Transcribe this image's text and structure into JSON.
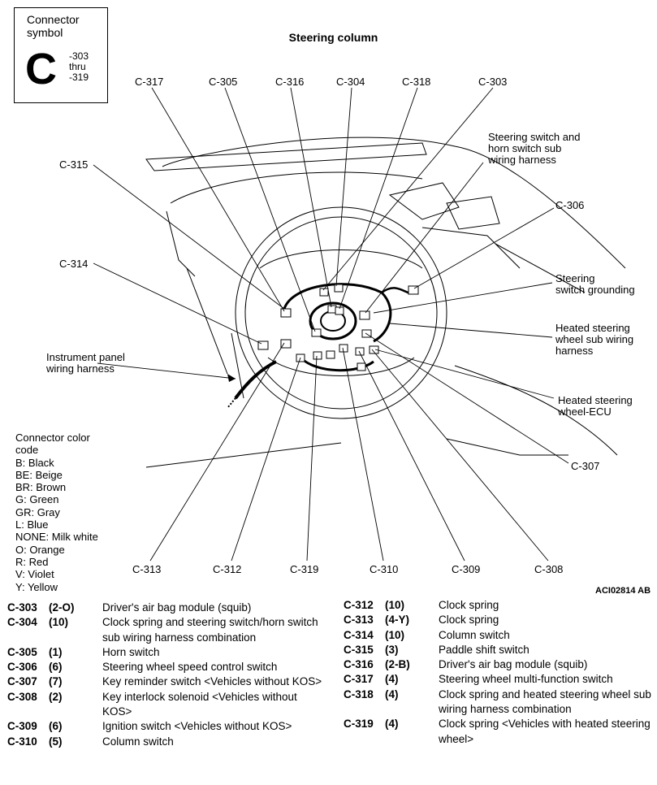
{
  "symbol": {
    "title_line1": "Connector",
    "title_line2": "symbol",
    "letter": "C",
    "range_from": "-303",
    "range_mid": "thru",
    "range_to": "-319"
  },
  "title": "Steering column",
  "labels": {
    "c317": "C-317",
    "c305": "C-305",
    "c316": "C-316",
    "c304": "C-304",
    "c318": "C-318",
    "c303": "C-303",
    "c315": "C-315",
    "c314": "C-314",
    "c306": "C-306",
    "c307": "C-307",
    "c313": "C-313",
    "c312": "C-312",
    "c319": "C-319",
    "c310": "C-310",
    "c309": "C-309",
    "c308": "C-308"
  },
  "annotations": {
    "steering_harness": [
      "Steering switch and",
      "horn switch sub",
      "wiring harness"
    ],
    "grounding": [
      "Steering",
      "switch grounding"
    ],
    "heated_harness": [
      "Heated steering",
      "wheel sub wiring",
      "harness"
    ],
    "heated_ecu": [
      "Heated steering",
      "wheel-ECU"
    ],
    "instrument_panel": [
      "Instrument panel",
      "wiring harness"
    ]
  },
  "color_code": [
    "Connector color",
    "code",
    "B: Black",
    "BE: Beige",
    "BR: Brown",
    "G: Green",
    "GR: Gray",
    "L: Blue",
    "NONE: Milk white",
    "O: Orange",
    "R: Red",
    "V: Violet",
    "Y: Yellow"
  ],
  "figure_id": "ACI02814 AB",
  "connectors_left": [
    {
      "code": "C-303",
      "pin": "(2-O)",
      "desc": "Driver's air bag module (squib)"
    },
    {
      "code": "C-304",
      "pin": "(10)",
      "desc": "Clock spring and steering switch/horn switch sub wiring harness combination"
    },
    {
      "code": "C-305",
      "pin": "(1)",
      "desc": "Horn switch"
    },
    {
      "code": "C-306",
      "pin": "(6)",
      "desc": "Steering wheel speed control switch"
    },
    {
      "code": "C-307",
      "pin": "(7)",
      "desc": "Key reminder switch <Vehicles without KOS>"
    },
    {
      "code": "C-308",
      "pin": "(2)",
      "desc": "Key interlock solenoid <Vehicles without KOS>"
    },
    {
      "code": "C-309",
      "pin": "(6)",
      "desc": "Ignition switch <Vehicles without KOS>"
    },
    {
      "code": "C-310",
      "pin": "(5)",
      "desc": "Column switch"
    }
  ],
  "connectors_right": [
    {
      "code": "C-312",
      "pin": "(10)",
      "desc": "Clock spring"
    },
    {
      "code": "C-313",
      "pin": "(4-Y)",
      "desc": "Clock spring"
    },
    {
      "code": "C-314",
      "pin": "(10)",
      "desc": "Column switch"
    },
    {
      "code": "C-315",
      "pin": "(3)",
      "desc": "Paddle shift switch"
    },
    {
      "code": "C-316",
      "pin": "(2-B)",
      "desc": "Driver's air bag module (squib)"
    },
    {
      "code": "C-317",
      "pin": "(4)",
      "desc": "Steering wheel multi-function switch"
    },
    {
      "code": "C-318",
      "pin": "(4)",
      "desc": "Clock spring and heated steering wheel sub wiring harness combination"
    },
    {
      "code": "C-319",
      "pin": "(4)",
      "desc": "Clock spring <Vehicles with heated steering wheel>"
    }
  ]
}
